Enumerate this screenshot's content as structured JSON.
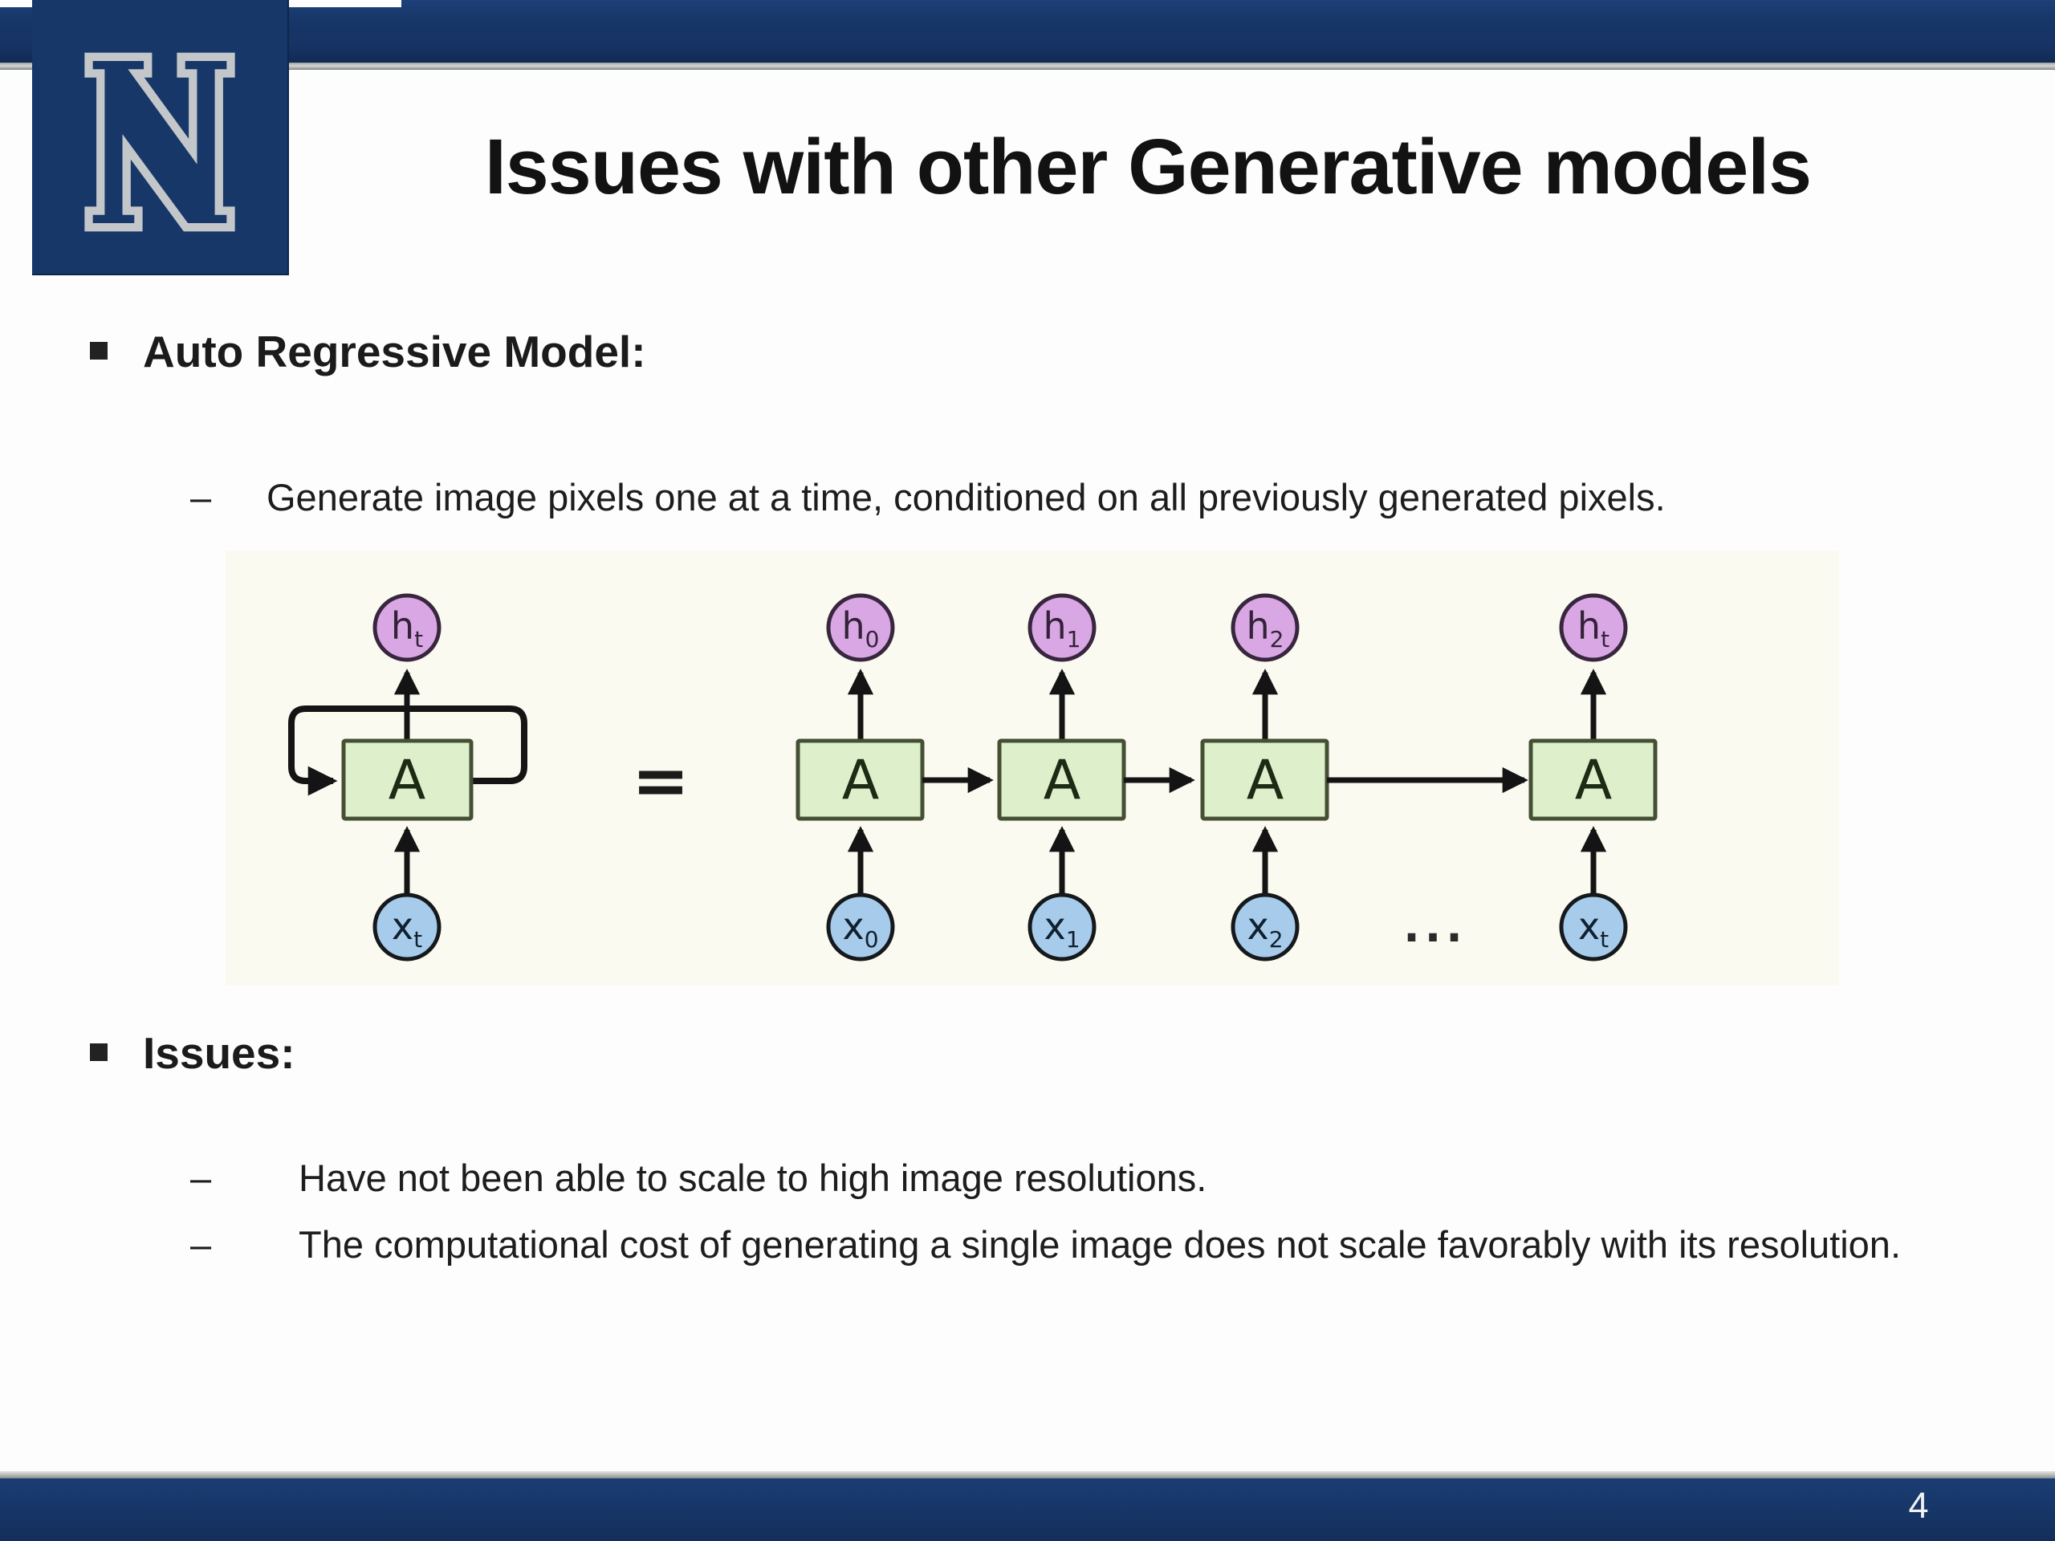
{
  "slide": {
    "title": "Issues with other Generative models",
    "page_number": "4",
    "bullet_glyph": "▪",
    "dash_glyph": "–",
    "logo": {
      "letter": "N"
    },
    "sections": [
      {
        "heading": "Auto Regressive Model:",
        "bullets": [
          "Generate image pixels one at a time, conditioned on all previously generated pixels."
        ]
      },
      {
        "heading": "Issues:",
        "bullets": [
          "Have not been able to scale to high image resolutions.",
          "The computational cost of generating a single image does not scale favorably with its resolution."
        ]
      }
    ],
    "diagram": {
      "type": "rnn-unroll-equivalence",
      "equals": "=",
      "ellipsis": "...",
      "cell_label": "A",
      "h_base": "h",
      "x_base": "x",
      "rolled": {
        "h_sub": "t",
        "x_sub": "t"
      },
      "columns": [
        {
          "h_sub": "0",
          "x_sub": "0"
        },
        {
          "h_sub": "1",
          "x_sub": "1"
        },
        {
          "h_sub": "2",
          "x_sub": "2"
        },
        {
          "h_sub": "t",
          "x_sub": "t"
        }
      ],
      "colors": {
        "background": "#fbfaf0",
        "cell_fill": "#def0cb",
        "cell_stroke": "#454f33",
        "h_fill": "#d9a8e4",
        "h_stroke": "#38263e",
        "x_fill": "#a7cbea",
        "x_stroke": "#15191c",
        "arrow": "#141414"
      }
    },
    "colors": {
      "navy": "#173769",
      "silver": "#b9bdbf",
      "text": "#1d1d1d"
    }
  }
}
